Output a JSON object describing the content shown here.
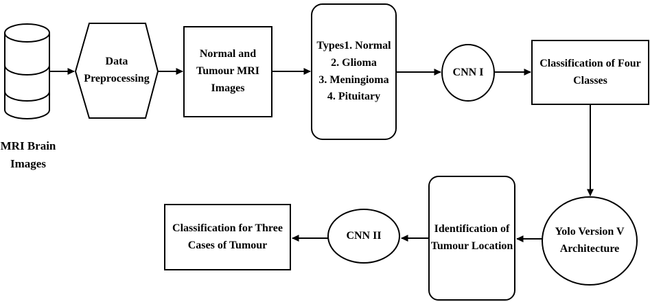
{
  "diagram_title": "Brain tumour MRI classification pipeline flowchart",
  "colors": {
    "background": "#ffffff",
    "stroke": "#000000",
    "text": "#000000"
  },
  "nodes": {
    "mri_brain_images": {
      "shape": "database-cylinder",
      "label": "MRI Brain\nImages"
    },
    "data_preprocessing": {
      "shape": "hexagon",
      "label": "Data\nPreprocessing"
    },
    "normal_tumour_mri": {
      "shape": "rectangle",
      "label": "Normal and\nTumour MRI\nImages"
    },
    "tumour_types": {
      "shape": "rounded-rectangle",
      "label": "Types1. Normal\n2. Glioma\n3. Meningioma\n4. Pituitary"
    },
    "cnn_1": {
      "shape": "circle",
      "label": "CNN I"
    },
    "classification_four": {
      "shape": "rectangle",
      "label": "Classification of Four\nClasses"
    },
    "yolo_v5": {
      "shape": "circle",
      "label": "Yolo Version V\nArchitecture"
    },
    "tumour_location": {
      "shape": "rounded-rectangle",
      "label": "Identification of\nTumour Location"
    },
    "cnn_2": {
      "shape": "ellipse",
      "label": "CNN II"
    },
    "classification_three": {
      "shape": "rectangle",
      "label": "Classification for Three\nCases of Tumour"
    }
  },
  "edges": [
    {
      "from": "mri_brain_images",
      "to": "data_preprocessing"
    },
    {
      "from": "data_preprocessing",
      "to": "normal_tumour_mri"
    },
    {
      "from": "normal_tumour_mri",
      "to": "tumour_types"
    },
    {
      "from": "tumour_types",
      "to": "cnn_1"
    },
    {
      "from": "cnn_1",
      "to": "classification_four"
    },
    {
      "from": "classification_four",
      "to": "yolo_v5"
    },
    {
      "from": "yolo_v5",
      "to": "tumour_location"
    },
    {
      "from": "tumour_location",
      "to": "cnn_2"
    },
    {
      "from": "cnn_2",
      "to": "classification_three"
    }
  ]
}
